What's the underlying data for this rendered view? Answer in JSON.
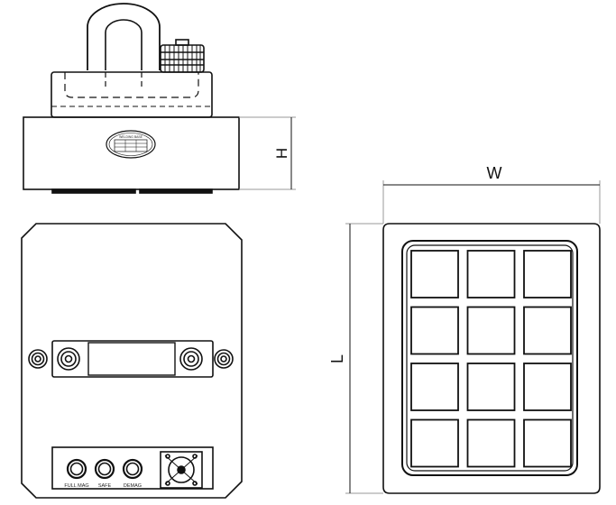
{
  "labels": {
    "height_dim": "H",
    "width_dim": "W",
    "length_dim": "L"
  },
  "nameplate": {
    "brand": "WELDING BASE"
  },
  "control_buttons": [
    "FULL MAG",
    "SAFE",
    "DEMAG"
  ],
  "pole_grid": {
    "rows": 4,
    "cols": 3
  },
  "colors": {
    "line": "#111111",
    "light_line": "#9a9a9a",
    "paper": "#ffffff"
  }
}
